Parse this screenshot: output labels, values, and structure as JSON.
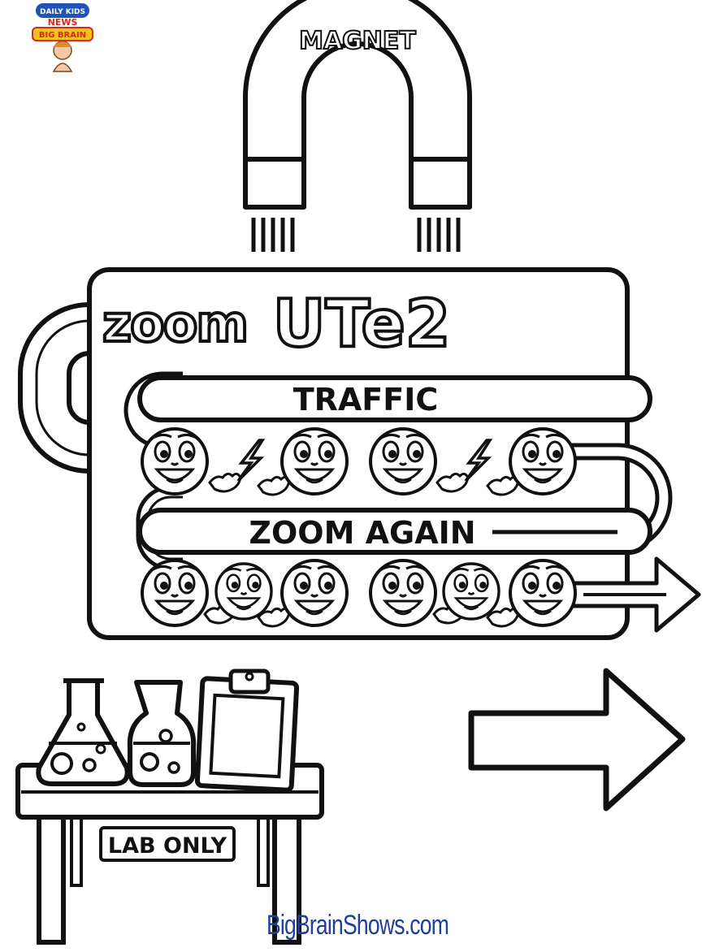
{
  "logo": {
    "line1": "DAILY KIDS",
    "line2": "NEWS",
    "line3": "BIG BRAIN"
  },
  "magnet": {
    "label": "MAGNET"
  },
  "board": {
    "title_left": "zoom",
    "title_right": "UTe2",
    "lane1_label": "TRAFFIC",
    "lane2_label": "ZOOM AGAIN"
  },
  "lab": {
    "sign": "LAB ONLY"
  },
  "footer": {
    "text": "BigBrainShows.com",
    "color": "#1f3f99"
  },
  "colors": {
    "ink": "#111111",
    "paper": "#ffffff",
    "logo_red": "#d42a1e",
    "logo_blue": "#1f53b8",
    "logo_yellow": "#f4c21a"
  }
}
